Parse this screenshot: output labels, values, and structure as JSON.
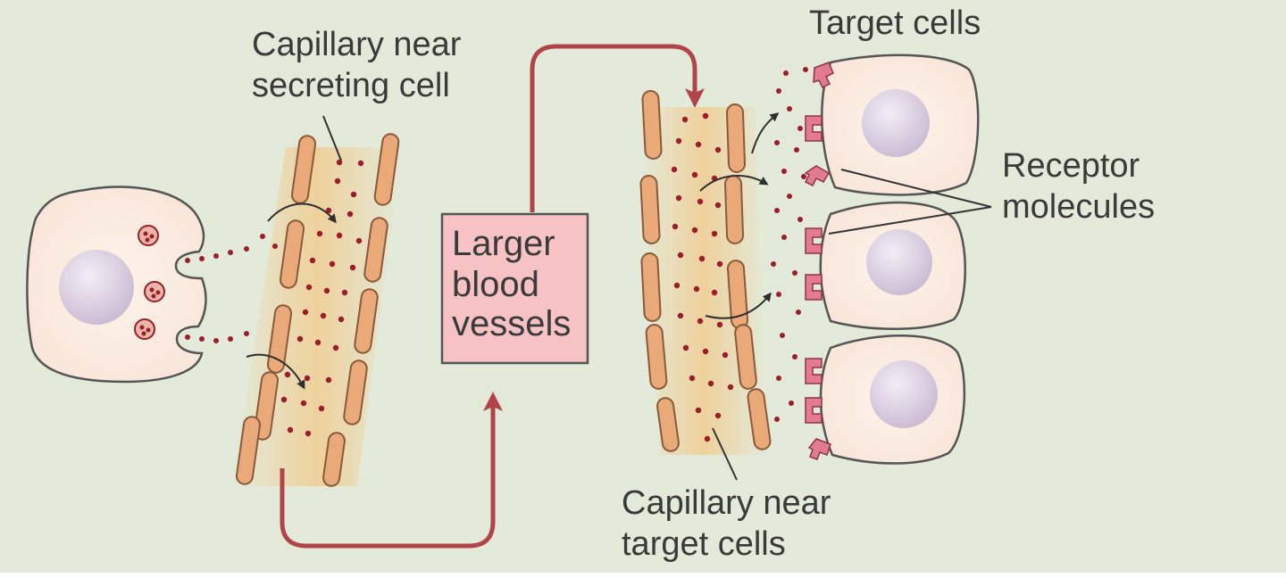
{
  "colors": {
    "background": "#e3ead9",
    "cell_fill": "#fbe8e0",
    "cell_stroke": "#555555",
    "nucleus": "#d9cce0",
    "hormone_dot": "#9b1c2a",
    "capillary_wall": "#e9a979",
    "capillary_glow": "#f2c98a",
    "flow_arrow": "#b04449",
    "receptor": "#e27b8f",
    "box_fill": "#f6c2c4",
    "box_stroke": "#555555"
  },
  "labels": {
    "capillary_secreting_line1": "Capillary near",
    "capillary_secreting_line2": "secreting cell",
    "target_cells": "Target cells",
    "receptor_line1": "Receptor",
    "receptor_line2": "molecules",
    "capillary_target_line1": "Capillary near",
    "capillary_target_line2": "target cells",
    "box_line1": "Larger",
    "box_line2": "blood",
    "box_line3": "vessels"
  },
  "icons": {
    "secreting_cell": "secreting-cell-icon",
    "target_cell": "target-cell-icon",
    "receptor": "receptor-icon"
  }
}
